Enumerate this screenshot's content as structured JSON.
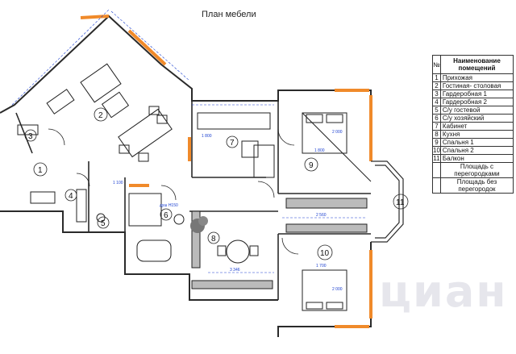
{
  "title": "План мебели",
  "legend": {
    "header_num": "№",
    "header_name": "Наименование помещений",
    "rows": [
      {
        "num": "1",
        "name": "Прихожая"
      },
      {
        "num": "2",
        "name": "Гостиная- столовая"
      },
      {
        "num": "3",
        "name": "Гардеробная 1"
      },
      {
        "num": "4",
        "name": "Гардеробная 2"
      },
      {
        "num": "5",
        "name": "С/у гостевой"
      },
      {
        "num": "6",
        "name": "С/у хозяйский"
      },
      {
        "num": "7",
        "name": "Кабинет"
      },
      {
        "num": "8",
        "name": "Кухня"
      },
      {
        "num": "9",
        "name": "Спальня 1"
      },
      {
        "num": "10",
        "name": "Спальня 2"
      },
      {
        "num": "11",
        "name": "Балкон"
      }
    ],
    "area_with": "Площадь с перегородками",
    "area_without": "Площадь без перегородок"
  },
  "room_labels": [
    "1",
    "2",
    "3",
    "4",
    "5",
    "6",
    "7",
    "8",
    "9",
    "10",
    "11"
  ],
  "dimensions": {
    "bed1": "1 800",
    "bed1_len": "2 000",
    "bed2": "1 700",
    "bed2_len": "2 000",
    "wardrobe1": "2 560",
    "kitchen": "3 346",
    "desk": "1 800",
    "small1": "1 100",
    "shower": "душ H150"
  },
  "watermark": "циан",
  "colors": {
    "wall": "#2a2a2a",
    "window": "#f08a2a",
    "dim": "#1a3fd0"
  }
}
